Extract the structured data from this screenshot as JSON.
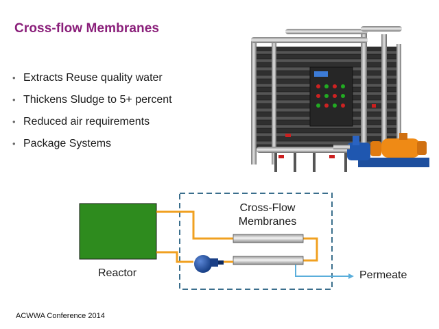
{
  "slide": {
    "title": "Cross-flow Membranes",
    "bullets": [
      {
        "text": "Extracts Reuse quality water"
      },
      {
        "text": "Thickens Sludge to 5+ percent"
      },
      {
        "text": "Reduced air requirements"
      },
      {
        "text": "Package Systems"
      }
    ],
    "footer": "ACWWA Conference 2014"
  },
  "diagram": {
    "reactor_label": "Reactor",
    "membranes_label_line1": "Cross-Flow",
    "membranes_label_line2": "Membranes",
    "permeate_label": "Permeate"
  },
  "colors": {
    "title": "#8a1f7a",
    "reactor_fill": "#2e8b1e",
    "flow_line": "#f0a020",
    "permeate_line": "#5aaedb",
    "enclosure_border": "#3a6e8c",
    "pump": "#1d4fa3"
  },
  "icons": {
    "bullet": "bullet-dot-icon",
    "pump": "pump-icon"
  }
}
